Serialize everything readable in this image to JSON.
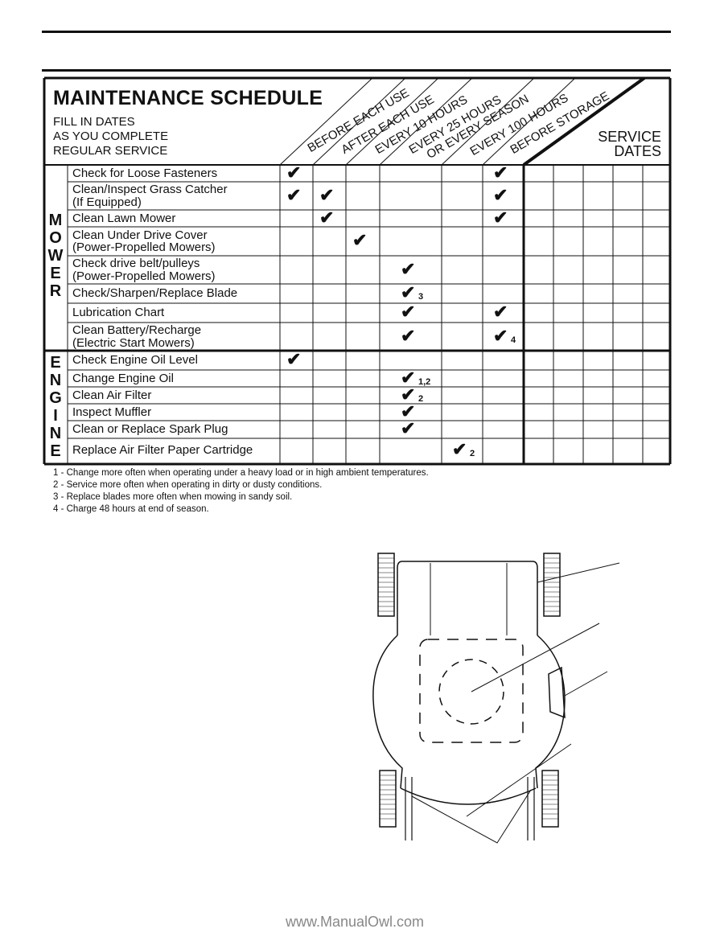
{
  "schedule": {
    "title": "MAINTENANCE SCHEDULE",
    "subtitle_lines": [
      "FILL IN DATES",
      "AS YOU COMPLETE",
      "REGULAR SERVICE"
    ],
    "service_dates_lines": [
      "SERVICE",
      "DATES"
    ],
    "column_headers": [
      "BEFORE EACH USE",
      "AFTER EACH USE",
      "EVERY 10 HOURS",
      "EVERY 25 HOURS",
      "OR EVERY SEASON",
      "EVERY 100 HOURS",
      "BEFORE STORAGE"
    ],
    "mower_letters": [
      "M",
      "O",
      "W",
      "E",
      "R"
    ],
    "engine_letters": [
      "E",
      "N",
      "G",
      "I",
      "N",
      "E"
    ],
    "mower_rows": [
      {
        "label": "Check for Loose Fasteners"
      },
      {
        "label": "Clean/Inspect Grass Catcher\n(If Equipped)"
      },
      {
        "label": "Clean Lawn Mower"
      },
      {
        "label": "Clean Under Drive Cover\n(Power-Propelled Mowers)"
      },
      {
        "label": "Check drive belt/pulleys\n(Power-Propelled Mowers)"
      },
      {
        "label": "Check/Sharpen/Replace Blade"
      },
      {
        "label": "Lubrication Chart"
      },
      {
        "label": "Clean Battery/Recharge\n(Electric Start Mowers)"
      }
    ],
    "engine_rows": [
      {
        "label": "Check Engine Oil Level"
      },
      {
        "label": "Change Engine Oil"
      },
      {
        "label": "Clean Air Filter"
      },
      {
        "label": "Inspect Muffler"
      },
      {
        "label": "Clean or Replace Spark Plug"
      },
      {
        "label": "Replace Air Filter Paper Cartridge"
      }
    ],
    "check_glyph": "✔",
    "checks": [
      {
        "row": 0,
        "col": 0,
        "note": ""
      },
      {
        "row": 0,
        "col": 5,
        "note": ""
      },
      {
        "row": 1,
        "col": 0,
        "note": ""
      },
      {
        "row": 1,
        "col": 1,
        "note": ""
      },
      {
        "row": 1,
        "col": 5,
        "note": ""
      },
      {
        "row": 2,
        "col": 1,
        "note": ""
      },
      {
        "row": 2,
        "col": 5,
        "note": ""
      },
      {
        "row": 3,
        "col": 2,
        "note": ""
      },
      {
        "row": 4,
        "col": 3,
        "note": ""
      },
      {
        "row": 5,
        "col": 3,
        "note": "3"
      },
      {
        "row": 6,
        "col": 3,
        "note": ""
      },
      {
        "row": 6,
        "col": 5,
        "note": ""
      },
      {
        "row": 7,
        "col": 3,
        "note": ""
      },
      {
        "row": 7,
        "col": 5,
        "note": "4"
      },
      {
        "row": 8,
        "col": 0,
        "note": ""
      },
      {
        "row": 9,
        "col": 3,
        "note": "1,2"
      },
      {
        "row": 10,
        "col": 3,
        "note": "2"
      },
      {
        "row": 11,
        "col": 3,
        "note": ""
      },
      {
        "row": 12,
        "col": 3,
        "note": ""
      },
      {
        "row": 13,
        "col": 4,
        "note": "2"
      }
    ]
  },
  "footnotes": [
    "1 - Change more often when operating under a heavy load or in high ambient temperatures.",
    "2 - Service more often when operating in dirty or dusty conditions.",
    "3 - Replace blades more often when mowing in sandy soil.",
    "4 - Charge 48 hours at end of season."
  ],
  "footer": "www.ManualOwl.com"
}
